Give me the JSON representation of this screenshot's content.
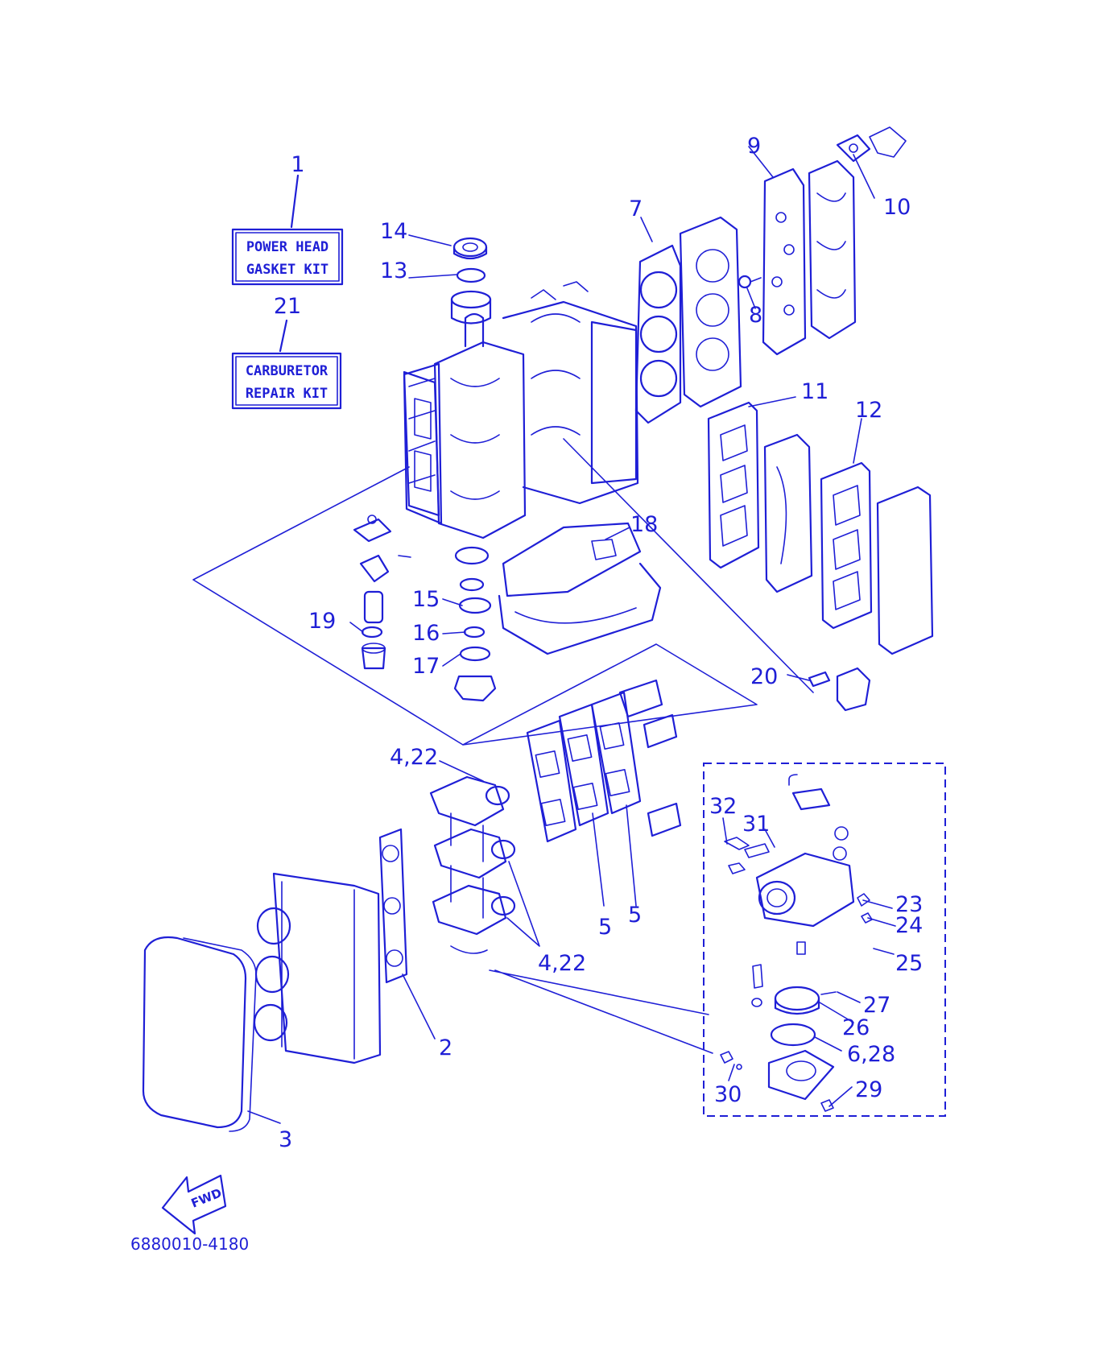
{
  "kits": {
    "power_head": {
      "number": "1",
      "line1": "POWER HEAD",
      "line2": "GASKET KIT"
    },
    "carburetor": {
      "number": "21",
      "line1": "CARBURETOR",
      "line2": "REPAIR KIT"
    }
  },
  "callouts": {
    "c2": "2",
    "c3": "3",
    "c4_22a": "4,22",
    "c4_22b": "4,22",
    "c5a": "5",
    "c5b": "5",
    "c6_28": "6,28",
    "c7": "7",
    "c8": "8",
    "c9": "9",
    "c10": "10",
    "c11": "11",
    "c12": "12",
    "c13": "13",
    "c14": "14",
    "c15": "15",
    "c16": "16",
    "c17": "17",
    "c18": "18",
    "c19": "19",
    "c20": "20",
    "c23": "23",
    "c24": "24",
    "c25": "25",
    "c26": "26",
    "c27": "27",
    "c29": "29",
    "c30": "30",
    "c31": "31",
    "c32": "32"
  },
  "direction_badge": "FWD",
  "diagram_code": "6880010-4180",
  "colors": {
    "line": "#1f1fd6",
    "background": "#ffffff"
  }
}
